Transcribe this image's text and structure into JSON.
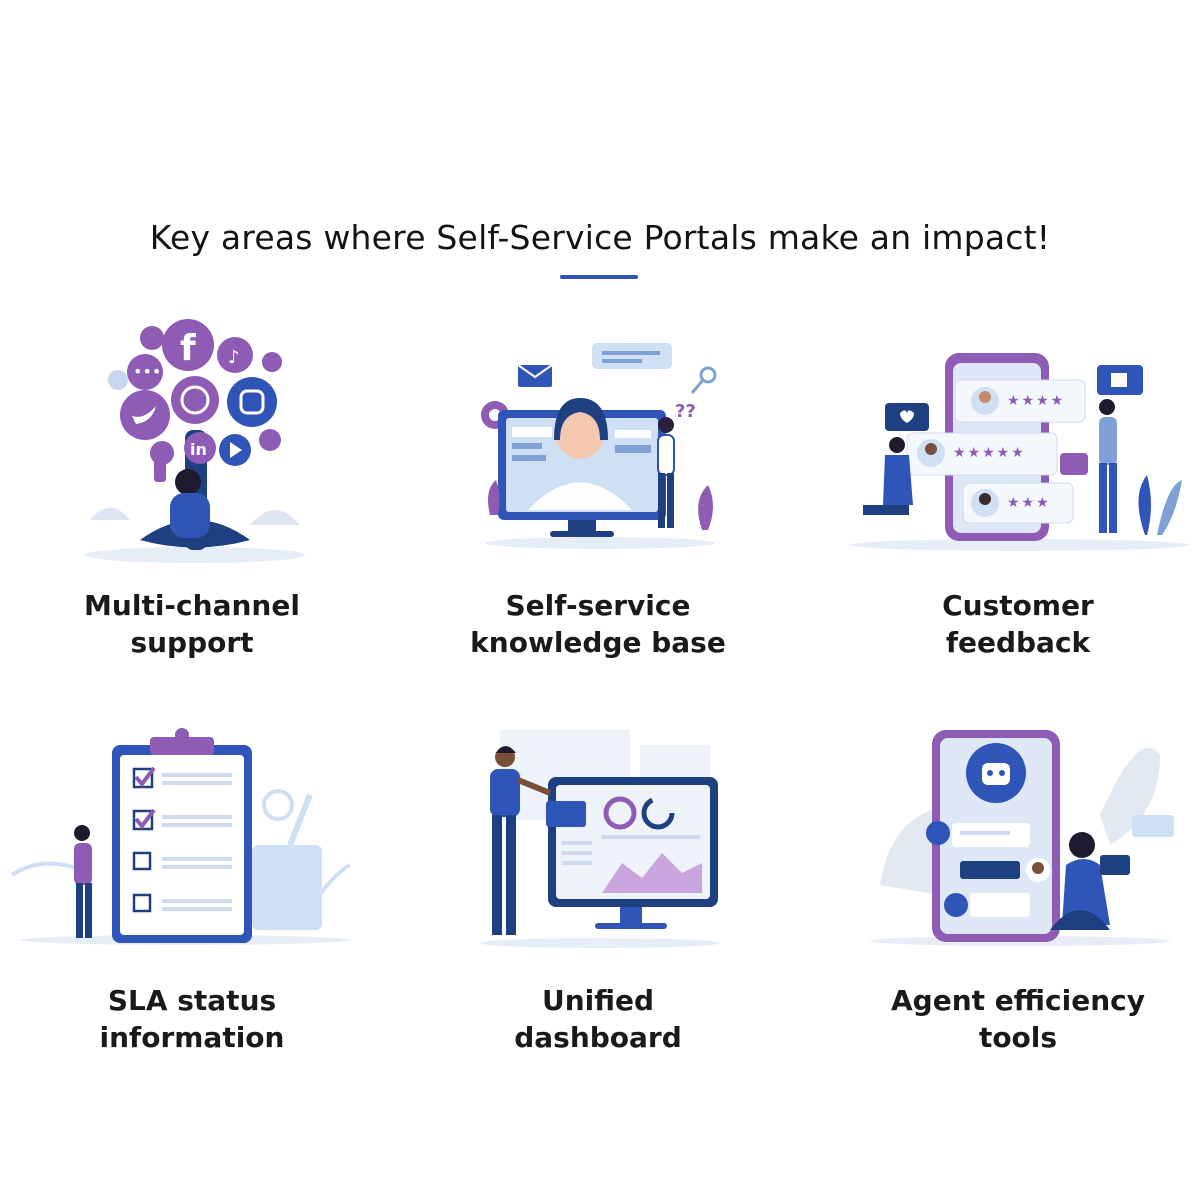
{
  "title": "Key areas where Self-Service Portals make an impact!",
  "colors": {
    "accent": "#2f55b8",
    "purple": "#8e5bb5",
    "lightBlue": "#cfe0f5",
    "navy": "#1e3f80"
  },
  "items": [
    {
      "line1": "Multi-channel",
      "line2": "support",
      "icon": "social-media-tree-illustration"
    },
    {
      "line1": "Self-service",
      "line2": "knowledge base",
      "icon": "agent-monitor-illustration"
    },
    {
      "line1": "Customer",
      "line2": "feedback",
      "icon": "phone-review-stars-illustration"
    },
    {
      "line1": "SLA status",
      "line2": "information",
      "icon": "clipboard-checklist-illustration"
    },
    {
      "line1": "Unified",
      "line2": "dashboard",
      "icon": "dashboard-screen-illustration"
    },
    {
      "line1": "Agent efficiency",
      "line2": "tools",
      "icon": "chatbot-phone-illustration"
    }
  ]
}
